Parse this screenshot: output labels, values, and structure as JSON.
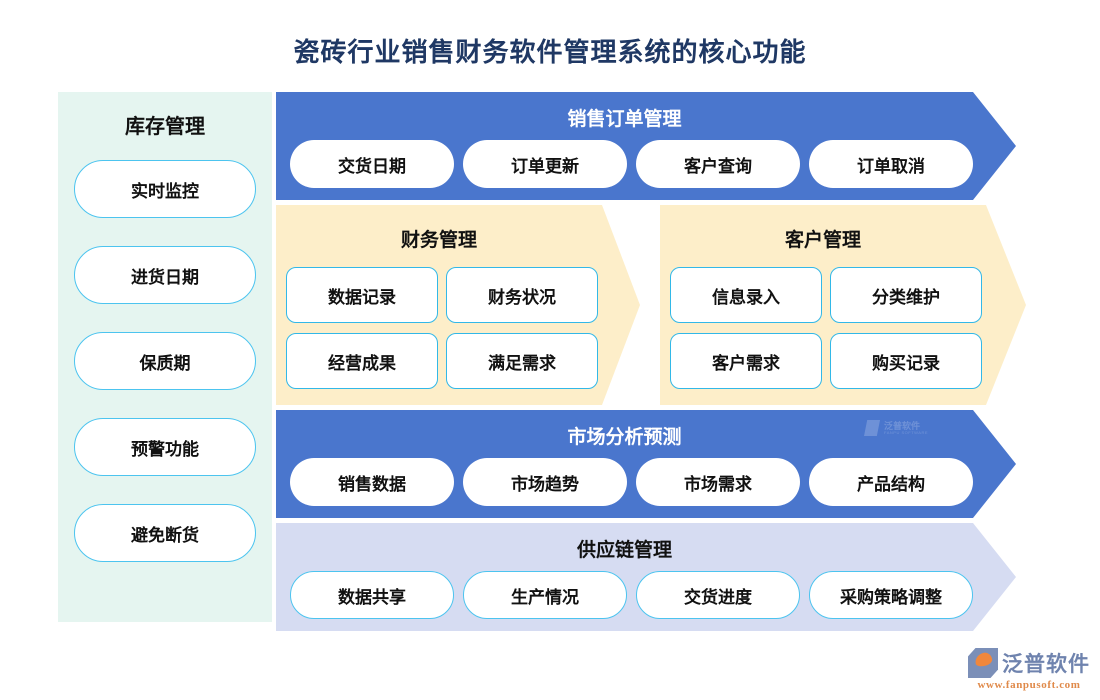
{
  "title": "瓷砖行业销售财务软件管理系统的核心功能",
  "colors": {
    "title": "#1f3864",
    "blue_band": "#4a76cd",
    "lavender_band": "#d6dcf2",
    "cream_panel": "#fdeec9",
    "sidebar_bg": "#e5f5f0",
    "pill_border": "#4cc4ef",
    "button_border": "#32b8e8",
    "brand_blue": "#6f83ae",
    "brand_orange": "#f0873c"
  },
  "sidebar": {
    "title": "库存管理",
    "items": [
      {
        "label": "实时监控"
      },
      {
        "label": "进货日期"
      },
      {
        "label": "保质期"
      },
      {
        "label": "预警功能"
      },
      {
        "label": "避免断货"
      }
    ]
  },
  "sections": {
    "sales_order": {
      "title": "销售订单管理",
      "style": "blue-arrow",
      "items": [
        {
          "label": "交货日期"
        },
        {
          "label": "订单更新"
        },
        {
          "label": "客户查询"
        },
        {
          "label": "订单取消"
        }
      ]
    },
    "finance": {
      "title": "财务管理",
      "style": "cream-arrow",
      "items": [
        {
          "label": "数据记录"
        },
        {
          "label": "财务状况"
        },
        {
          "label": "经营成果"
        },
        {
          "label": "满足需求"
        }
      ]
    },
    "customer": {
      "title": "客户管理",
      "style": "cream-arrow",
      "items": [
        {
          "label": "信息录入"
        },
        {
          "label": "分类维护"
        },
        {
          "label": "客户需求"
        },
        {
          "label": "购买记录"
        }
      ]
    },
    "market": {
      "title": "市场分析预测",
      "style": "blue-arrow",
      "items": [
        {
          "label": "销售数据"
        },
        {
          "label": "市场趋势"
        },
        {
          "label": "市场需求"
        },
        {
          "label": "产品结构"
        }
      ]
    },
    "supply_chain": {
      "title": "供应链管理",
      "style": "lavender-arrow",
      "items": [
        {
          "label": "数据共享"
        },
        {
          "label": "生产情况"
        },
        {
          "label": "交货进度"
        },
        {
          "label": "采购策略调整"
        }
      ]
    }
  },
  "watermark": {
    "name": "泛普软件",
    "sub": "FANPU SOFTWARE"
  },
  "brand": {
    "name": "泛普软件",
    "url": "www.fanpusoft.com"
  }
}
